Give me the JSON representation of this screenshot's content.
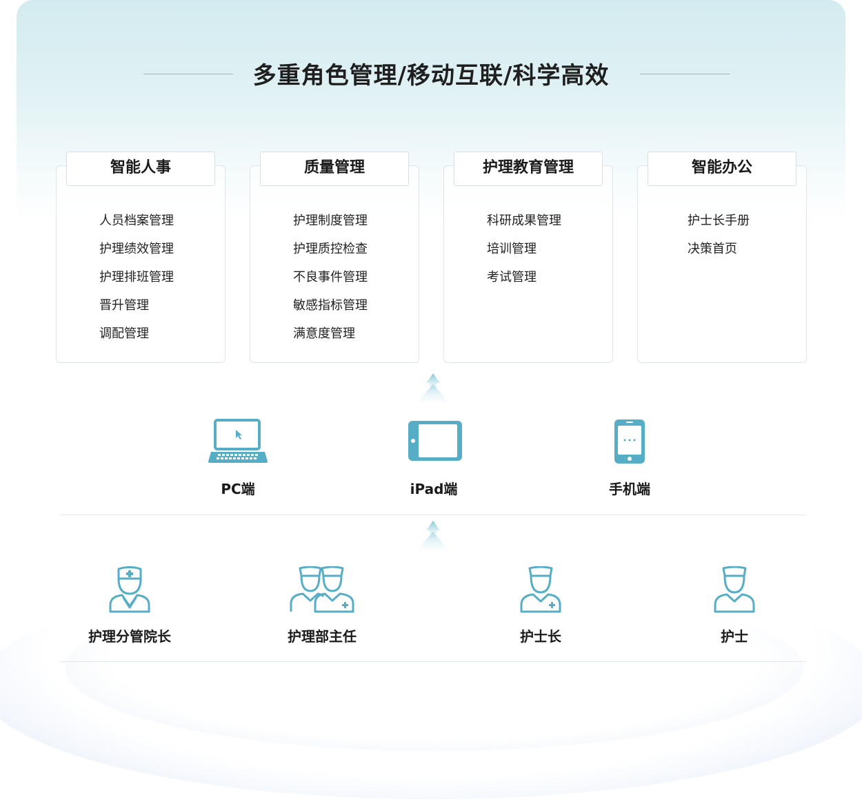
{
  "title": "多重角色管理/移动互联/科学高效",
  "accent_color": "#5fb3c9",
  "modules": [
    {
      "name": "智能人事",
      "items": [
        "人员档案管理",
        "护理绩效管理",
        "护理排班管理",
        "晋升管理",
        "调配管理"
      ]
    },
    {
      "name": "质量管理",
      "items": [
        "护理制度管理",
        "护理质控检查",
        "不良事件管理",
        "敏感指标管理",
        "满意度管理"
      ]
    },
    {
      "name": "护理教育管理",
      "items": [
        "科研成果管理",
        "培训管理",
        "考试管理"
      ]
    },
    {
      "name": "智能办公",
      "items": [
        "护士长手册",
        "决策首页"
      ]
    }
  ],
  "devices": [
    {
      "label": "PC端",
      "icon": "laptop-icon"
    },
    {
      "label": "iPad端",
      "icon": "tablet-icon"
    },
    {
      "label": "手机端",
      "icon": "phone-icon"
    }
  ],
  "roles": [
    {
      "label": "护理分管院长",
      "icon": "doctor-icon"
    },
    {
      "label": "护理部主任",
      "icon": "two-nurses-icon"
    },
    {
      "label": "护士长",
      "icon": "head-nurse-icon"
    },
    {
      "label": "护士",
      "icon": "nurse-icon"
    }
  ]
}
